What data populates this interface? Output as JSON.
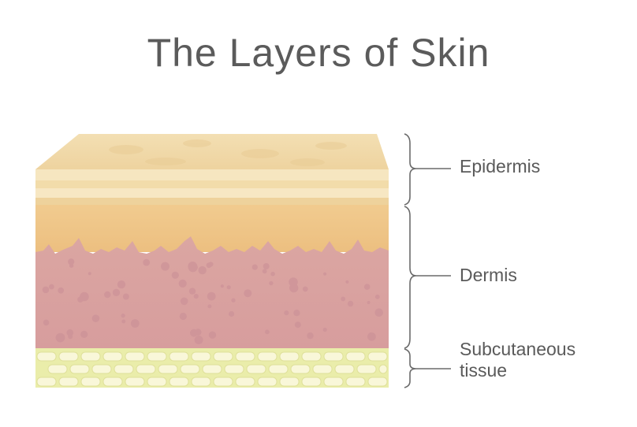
{
  "title": "The Layers of Skin",
  "labels": {
    "epidermis": "Epidermis",
    "dermis": "Dermis",
    "subcutaneous_line1": "Subcutaneous",
    "subcutaneous_line2": "tissue"
  },
  "colors": {
    "title_text": "#5b5b5b",
    "epidermis_top": "#f2dcac",
    "epidermis_band": "#f5e3bb",
    "dermis_upper": "#efc686",
    "dermis_lower": "#d8a0a0",
    "dermis_dots": "#c88f95",
    "subcutaneous": "#eef0b4",
    "fat_cells": "#f8f6d6",
    "bracket": "#6a6a6a"
  }
}
